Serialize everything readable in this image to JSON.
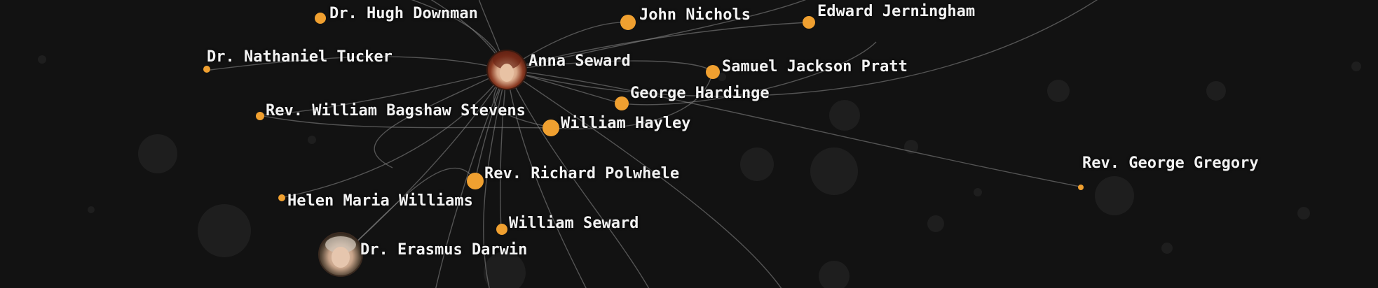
{
  "graph": {
    "center": {
      "label": "Anna Seward",
      "icon": "portrait-anna-seward"
    },
    "colors": {
      "background": "#121212",
      "node": "#f0a030",
      "edge": "#8a8a8a",
      "label": "#f2f2f2"
    },
    "nodes": [
      {
        "id": "hugh-downman",
        "label": "Dr. Hugh Downman",
        "type": "dot"
      },
      {
        "id": "john-nichols",
        "label": "John Nichols",
        "type": "dot"
      },
      {
        "id": "edward-jerningham",
        "label": "Edward Jerningham",
        "type": "dot"
      },
      {
        "id": "nathaniel-tucker",
        "label": "Dr. Nathaniel Tucker",
        "type": "dot"
      },
      {
        "id": "anna-seward",
        "label": "Anna Seward",
        "type": "portrait"
      },
      {
        "id": "samuel-jackson-pratt",
        "label": "Samuel Jackson Pratt",
        "type": "dot"
      },
      {
        "id": "george-hardinge",
        "label": "George Hardinge",
        "type": "dot"
      },
      {
        "id": "william-bagshaw-stevens",
        "label": "Rev. William Bagshaw Stevens",
        "type": "dot"
      },
      {
        "id": "william-hayley",
        "label": "William Hayley",
        "type": "dot"
      },
      {
        "id": "george-gregory",
        "label": "Rev. George Gregory",
        "type": "dot"
      },
      {
        "id": "richard-polwhele",
        "label": "Rev. Richard Polwhele",
        "type": "dot"
      },
      {
        "id": "helen-maria-williams",
        "label": "Helen Maria Williams",
        "type": "dot"
      },
      {
        "id": "william-seward",
        "label": "William Seward",
        "type": "dot"
      },
      {
        "id": "erasmus-darwin",
        "label": "Dr. Erasmus Darwin",
        "type": "portrait"
      }
    ]
  }
}
